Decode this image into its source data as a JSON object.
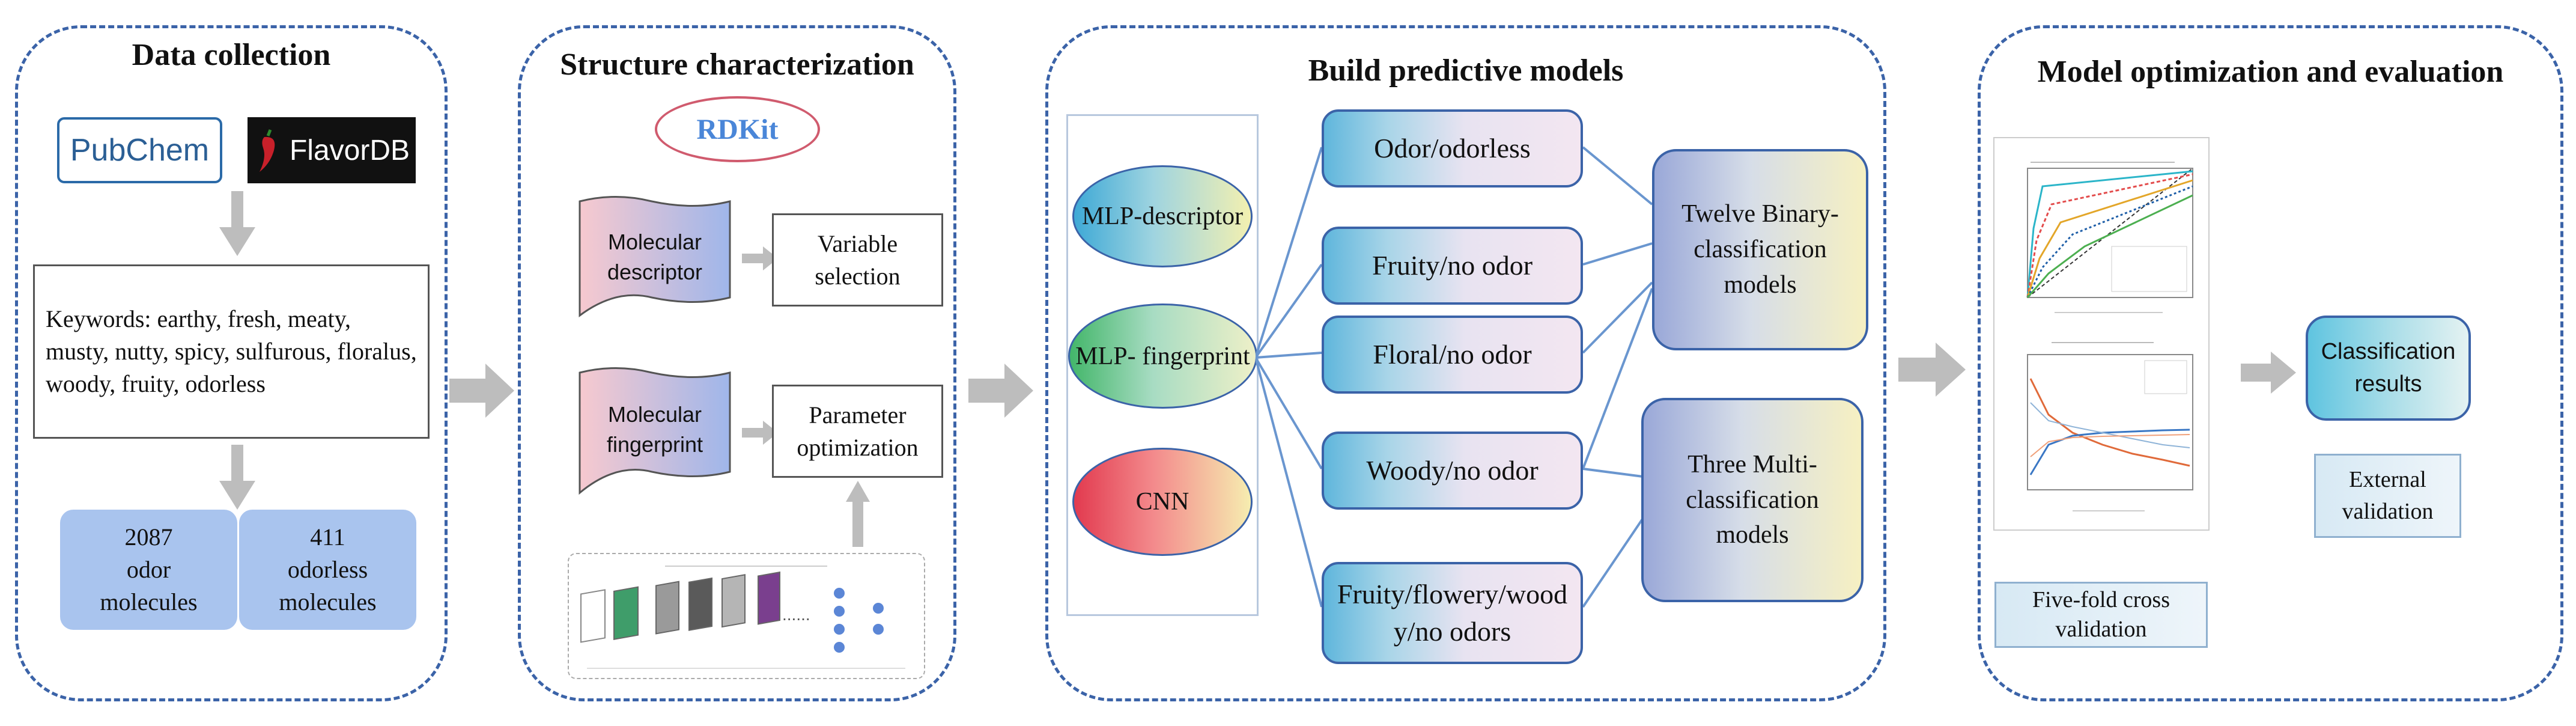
{
  "panels": {
    "data_collection": {
      "title": "Data collection",
      "logo_pubchem": "PubChem",
      "logo_flavordb": "FlavorDB",
      "keywords": "Keywords: earthy, fresh, meaty, musty, nutty, spicy, sulfurous, floralus, woody, fruity, odorless",
      "odor_count": "2087",
      "odor_label": "odor molecules",
      "odorless_count": "411",
      "odorless_label": "odorless molecules"
    },
    "structure": {
      "title": "Structure characterization",
      "rdkit": "RDKit",
      "descriptor": "Molecular descriptor",
      "variable_selection": "Variable selection",
      "fingerprint": "Molecular fingerprint",
      "parameter_optimization": "Parameter optimization"
    },
    "models": {
      "title": "Build predictive models",
      "mlp_descriptor": "MLP-descriptor",
      "mlp_fingerprint": "MLP- fingerprint",
      "cnn": "CNN",
      "tasks": [
        "Odor/odorless",
        "Fruity/no odor",
        "Floral/no odor",
        "Woody/no odor",
        "Fruity/flowery/woody/no odors"
      ],
      "binary": "Twelve Binary-classification models",
      "multi": "Three Multi-classification models"
    },
    "evaluation": {
      "title": "Model optimization and evaluation",
      "cross_validation": "Five-fold cross validation",
      "classification_results": "Classification results",
      "external_validation": "External validation"
    }
  },
  "colors": {
    "dashed_border": "#3b63a8",
    "arrow_gray": "#bdbdbd",
    "count_box": "#a9c4ee",
    "rdkit_text": "#4a86d8",
    "rdkit_border": "#d05b6e"
  }
}
